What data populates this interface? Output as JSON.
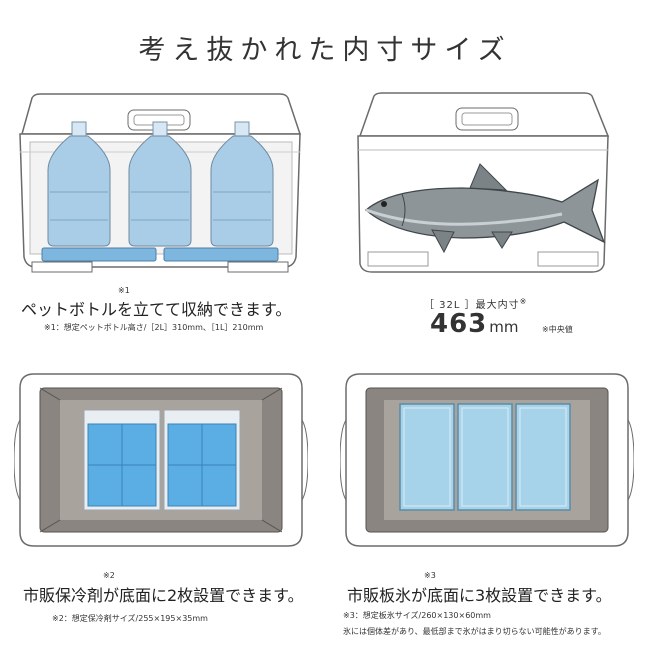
{
  "header": {
    "title": "考え抜かれた内寸サイズ"
  },
  "panel_bottles": {
    "caption": "ペットボトルを立てて収納できます。",
    "mark": "※1",
    "note": "※1：想定ペットボトル高さ/［2L］310mm、［1L］210mm"
  },
  "panel_length": {
    "label": "［ 32L ］最大内寸",
    "mark": "※",
    "value": "463",
    "unit": "mm",
    "note": "※中央値"
  },
  "panel_ice_packs": {
    "caption": "市販保冷剤が底面に2枚設置できます。",
    "mark": "※2",
    "note": "※2：想定保冷剤サイズ/255×195×35mm"
  },
  "panel_ice_boards": {
    "caption": "市販板氷が底面に3枚設置できます。",
    "mark": "※3",
    "note1": "※3：想定板氷サイズ/260×130×60mm",
    "note2": "氷には個体差があり、最低部まで氷がはまり切らない可能性があります。"
  },
  "colors": {
    "outline": "#6b6b6b",
    "water": "#a9cde6",
    "ice_pack": "#5aaee4",
    "tray": "#8a8580",
    "fish": "#6d7478"
  }
}
